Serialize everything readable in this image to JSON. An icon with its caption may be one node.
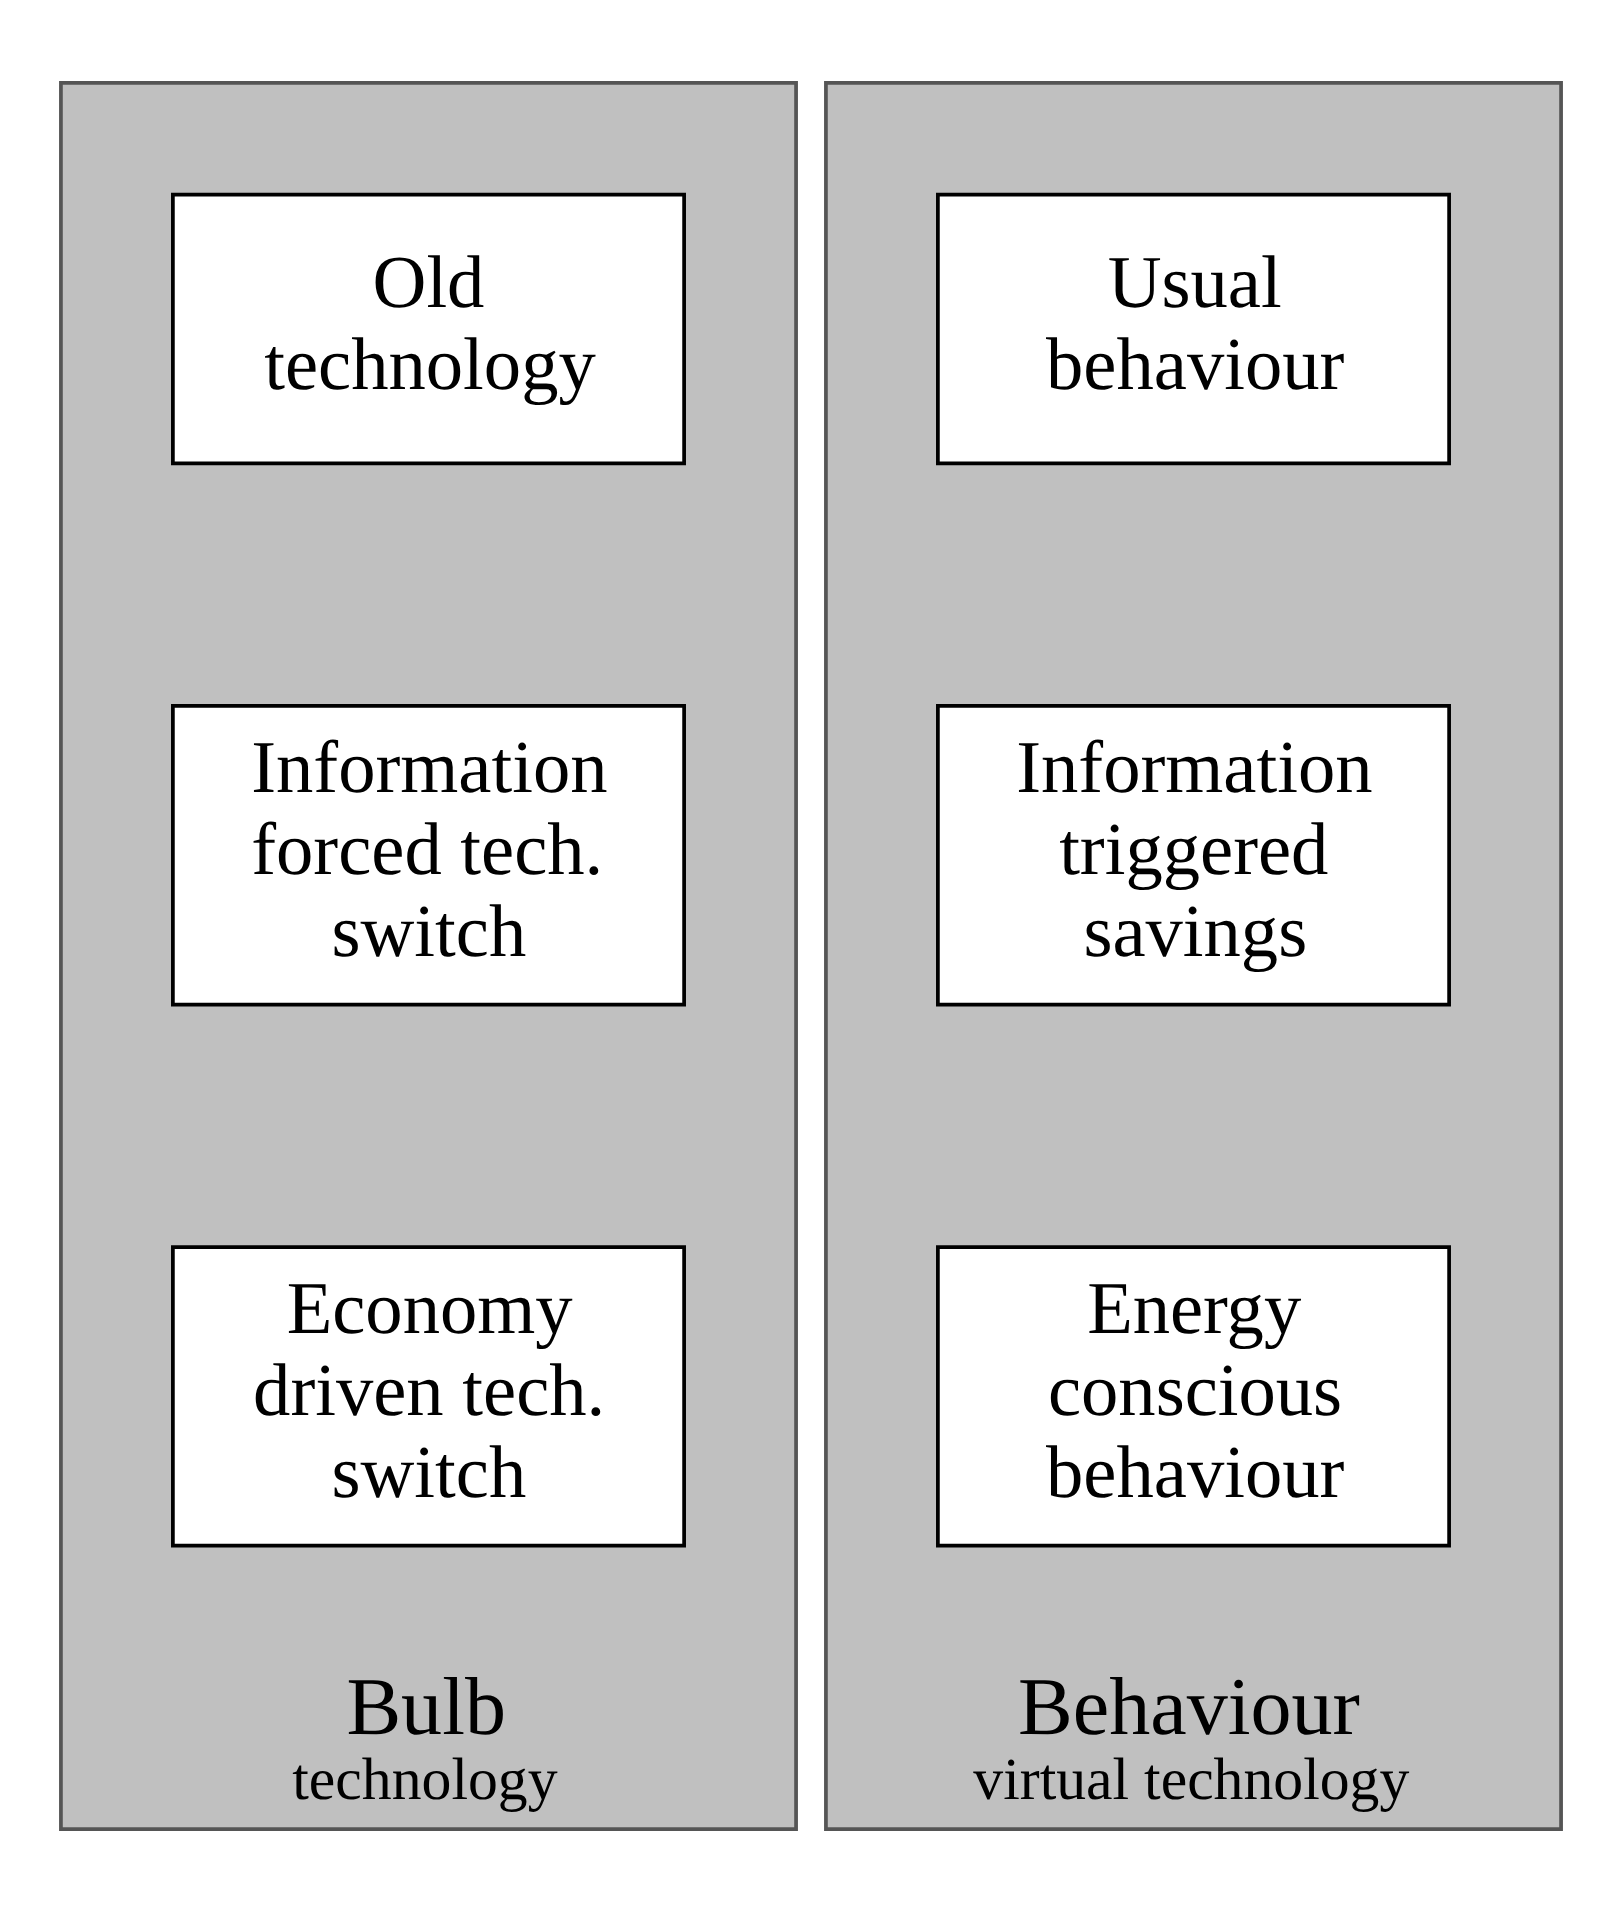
{
  "diagram": {
    "nodes": [
      {
        "text": [
          "Bulb",
          "technology"
        ]
      },
      {
        "text": [
          "Old technology"
        ],
        "in": 0
      },
      {
        "text": [
          "Information forced tech. switch"
        ],
        "in": 0
      },
      {
        "text": [
          "Economy driven tech. switch"
        ],
        "in": 0
      },
      {
        "text": [
          "Behaviour",
          "virtual technology"
        ]
      },
      {
        "text": [
          "Usual behaviour"
        ],
        "in": 4
      },
      {
        "text": [
          "Information triggered savings"
        ],
        "in": 4
      },
      {
        "text": [
          "Energy conscious behaviour"
        ],
        "in": 4
      }
    ],
    "edges": []
  }
}
